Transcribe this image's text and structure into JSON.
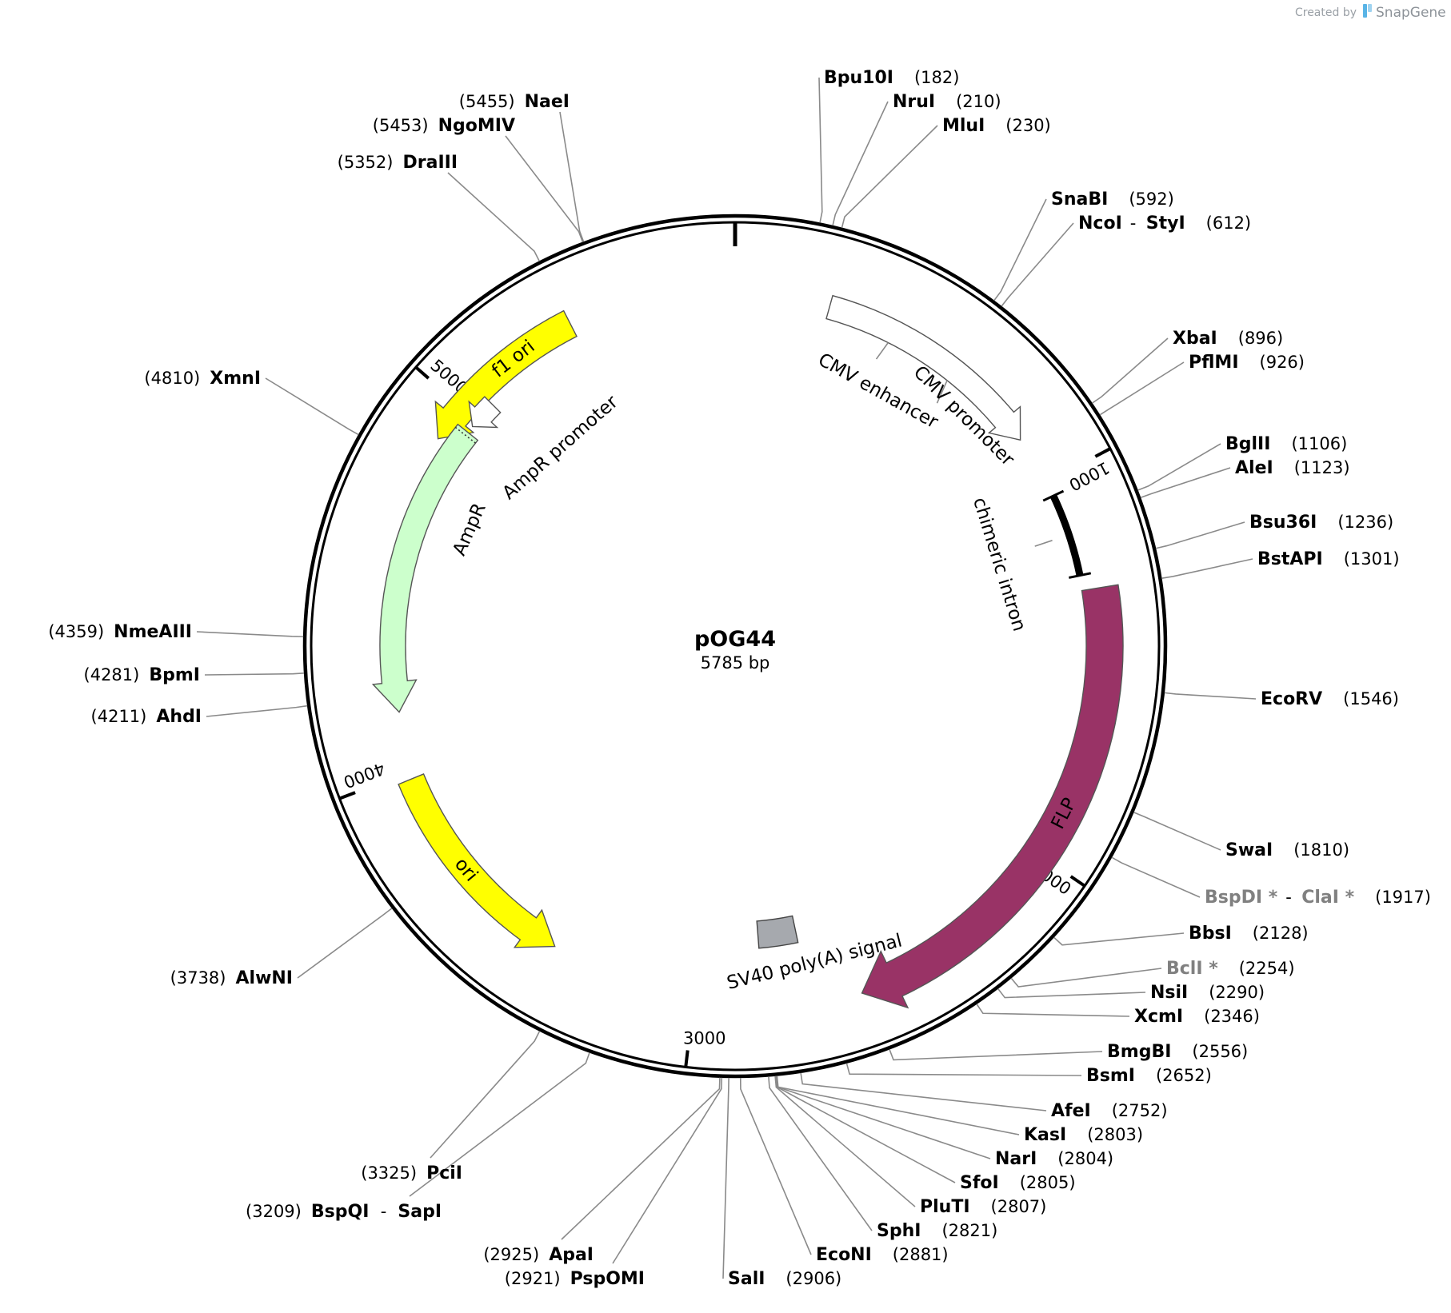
{
  "plasmid": {
    "name": "pOG44",
    "size_label": "5785 bp",
    "length": 5785
  },
  "credit": {
    "prefix": "Created by",
    "brand": "SnapGene"
  },
  "colors": {
    "backbone": "#000000",
    "f1_ori": "#ffff00",
    "ori": "#ffff00",
    "ampr": "#ccffcc",
    "flp": "#993366",
    "cmv": "#ffffff",
    "sv40": "#a6a9ae",
    "lead_line": "#8a8a8a",
    "non_unique_site": "#808080"
  },
  "ticks": [
    {
      "bp": 1000,
      "label": "1000"
    },
    {
      "bp": 2000,
      "label": "2000"
    },
    {
      "bp": 3000,
      "label": "3000"
    },
    {
      "bp": 4000,
      "label": "4000"
    },
    {
      "bp": 5000,
      "label": "5000"
    }
  ],
  "features": [
    {
      "name": "f1 ori",
      "label": "f1 ori",
      "type": "arrow",
      "start": 5350,
      "end": 4900,
      "color_key": "f1_ori"
    },
    {
      "name": "AmpR promoter",
      "label": "AmpR promoter",
      "type": "arrow",
      "start": 5060,
      "end": 4980,
      "color_key": "cmv"
    },
    {
      "name": "AmpR",
      "label": "AmpR",
      "type": "arrow",
      "start": 4960,
      "end": 4160,
      "color_key": "ampr"
    },
    {
      "name": "ori",
      "label": "ori",
      "type": "arrow",
      "start": 3980,
      "end": 3390,
      "color_key": "ori"
    },
    {
      "name": "CMV enhancer",
      "label": "CMV enhancer",
      "type": "region",
      "start": 250,
      "end": 620
    },
    {
      "name": "CMV promoter",
      "label": "CMV promoter",
      "type": "arrow",
      "start": 250,
      "end": 870,
      "color_key": "cmv"
    },
    {
      "name": "chimeric intron",
      "label": "chimeric intron",
      "type": "bar",
      "start": 1040,
      "end": 1260
    },
    {
      "name": "FLP",
      "label": "FLP",
      "type": "arrow",
      "start": 1300,
      "end": 2570,
      "color_key": "flp"
    },
    {
      "name": "SV40 poly(A) signal",
      "label": "SV40 poly(A) signal",
      "type": "box",
      "start": 2700,
      "end": 2820,
      "color_key": "sv40"
    }
  ],
  "sites": [
    {
      "name": "Bpu10I",
      "position": "182",
      "bp": 182
    },
    {
      "name": "NruI",
      "position": "210",
      "bp": 210
    },
    {
      "name": "MluI",
      "position": "230",
      "bp": 230
    },
    {
      "name": "SnaBI",
      "position": "592",
      "bp": 592
    },
    {
      "name": "NcoI",
      "name2": "StyI",
      "position": "612",
      "bp": 612
    },
    {
      "name": "XbaI",
      "position": "896",
      "bp": 896
    },
    {
      "name": "PflMI",
      "position": "926",
      "bp": 926
    },
    {
      "name": "BglII",
      "position": "1106",
      "bp": 1106
    },
    {
      "name": "AleI",
      "position": "1123",
      "bp": 1123
    },
    {
      "name": "Bsu36I",
      "position": "1236",
      "bp": 1236
    },
    {
      "name": "BstAPI",
      "position": "1301",
      "bp": 1301
    },
    {
      "name": "EcoRV",
      "position": "1546",
      "bp": 1546
    },
    {
      "name": "SwaI",
      "position": "1810",
      "bp": 1810
    },
    {
      "name": "BspDI *",
      "name2": "ClaI *",
      "position": "1917",
      "bp": 1917,
      "dim": true
    },
    {
      "name": "BbsI",
      "position": "2128",
      "bp": 2128
    },
    {
      "name": "BclI *",
      "position": "2254",
      "bp": 2254,
      "dim": true
    },
    {
      "name": "NsiI",
      "position": "2290",
      "bp": 2290
    },
    {
      "name": "XcmI",
      "position": "2346",
      "bp": 2346
    },
    {
      "name": "BmgBI",
      "position": "2556",
      "bp": 2556
    },
    {
      "name": "BsmI",
      "position": "2652",
      "bp": 2652
    },
    {
      "name": "AfeI",
      "position": "2752",
      "bp": 2752
    },
    {
      "name": "KasI",
      "position": "2803",
      "bp": 2803
    },
    {
      "name": "NarI",
      "position": "2804",
      "bp": 2804
    },
    {
      "name": "SfoI",
      "position": "2805",
      "bp": 2805
    },
    {
      "name": "PluTI",
      "position": "2807",
      "bp": 2807
    },
    {
      "name": "SphI",
      "position": "2821",
      "bp": 2821
    },
    {
      "name": "EcoNI",
      "position": "2881",
      "bp": 2881
    },
    {
      "name": "SalI",
      "position": "2906",
      "bp": 2906
    },
    {
      "name": "PspOMI",
      "position": "2921",
      "bp": 2921
    },
    {
      "name": "ApaI",
      "position": "2925",
      "bp": 2925
    },
    {
      "name": "BspQI",
      "name2": "SapI",
      "position": "3209",
      "bp": 3209
    },
    {
      "name": "PciI",
      "position": "3325",
      "bp": 3325
    },
    {
      "name": "AlwNI",
      "position": "3738",
      "bp": 3738
    },
    {
      "name": "AhdI",
      "position": "4211",
      "bp": 4211
    },
    {
      "name": "BpmI",
      "position": "4281",
      "bp": 4281
    },
    {
      "name": "NmeAIII",
      "position": "4359",
      "bp": 4359
    },
    {
      "name": "XmnI",
      "position": "4810",
      "bp": 4810
    },
    {
      "name": "DraIII",
      "position": "5352",
      "bp": 5352
    },
    {
      "name": "NgoMIV",
      "position": "5453",
      "bp": 5453
    },
    {
      "name": "NaeI",
      "position": "5455",
      "bp": 5455
    }
  ]
}
